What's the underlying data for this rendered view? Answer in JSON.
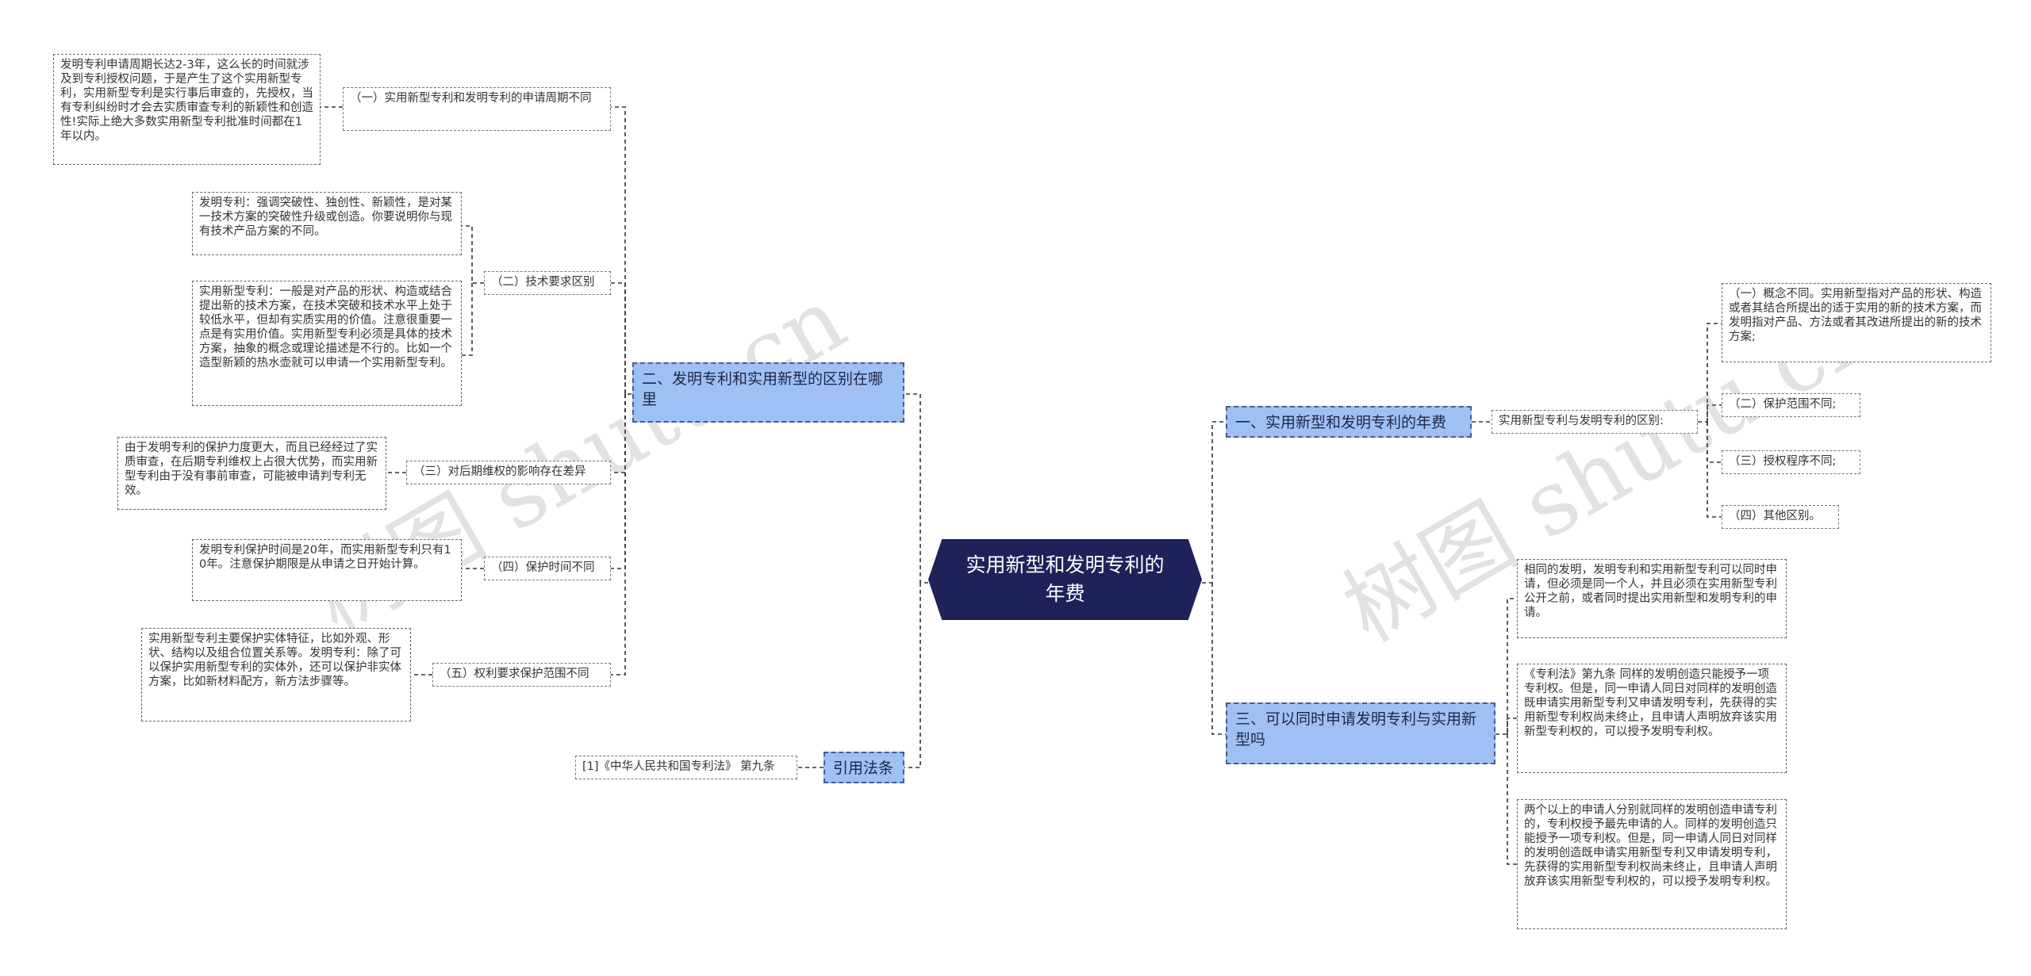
{
  "watermark": "树图 shutu.cn",
  "root": "实用新型和发明专利的年费",
  "left": {
    "b2": {
      "label": "二、发明专利和实用新型的区别在哪里",
      "s1": {
        "label": "（一）实用新型专利和发明专利的申请周期不同",
        "leaf": "发明专利申请周期长达2-3年，这么长的时间就涉及到专利授权问题，于是产生了这个实用新型专利，实用新型专利是实行事后审查的，先授权，当有专利纠纷时才会去实质审查专利的新颖性和创造性!实际上绝大多数实用新型专利批准时间都在1年以内。"
      },
      "s2": {
        "label": "（二）技术要求区别",
        "leaf1": "发明专利：强调突破性、独创性、新颖性，是对某一技术方案的突破性升级或创造。你要说明你与现有技术产品方案的不同。",
        "leaf2": "实用新型专利：一般是对产品的形状、构造或结合提出新的技术方案，在技术突破和技术水平上处于较低水平，但却有实质实用的价值。注意很重要一点是有实用价值。实用新型专利必须是具体的技术方案，抽象的概念或理论描述是不行的。比如一个造型新颖的热水壶就可以申请一个实用新型专利。"
      },
      "s3": {
        "label": "（三）对后期维权的影响存在差异",
        "leaf": "由于发明专利的保护力度更大，而且已经经过了实质审查，在后期专利维权上占很大优势，而实用新型专利由于没有事前审查，可能被申请判专利无效。"
      },
      "s4": {
        "label": "（四）保护时间不同",
        "leaf": "发明专利保护时间是20年，而实用新型专利只有10年。注意保护期限是从申请之日开始计算。"
      },
      "s5": {
        "label": "（五）权利要求保护范围不同",
        "leaf": "实用新型专利主要保护实体特征，比如外观、形状、结构以及组合位置关系等。发明专利：除了可以保护实用新型专利的实体外，还可以保护非实体方案，比如新材料配方，新方法步骤等。"
      }
    },
    "law": {
      "label": "引用法条",
      "leaf": "[1]《中华人民共和国专利法》 第九条"
    }
  },
  "right": {
    "b1": {
      "label": "一、实用新型和发明专利的年费",
      "mid": "实用新型专利与发明专利的区别:",
      "items": [
        "（一）概念不同。实用新型指对产品的形状、构造或者其结合所提出的适于实用的新的技术方案，而发明指对产品、方法或者其改进所提出的新的技术方案;",
        "（二）保护范围不同;",
        "（三）授权程序不同;",
        "（四）其他区别。"
      ]
    },
    "b3": {
      "label": "三、可以同时申请发明专利与实用新型吗",
      "items": [
        "相同的发明，发明专利和实用新型专利可以同时申请，但必须是同一个人，并且必须在实用新型专利公开之前，或者同时提出实用新型和发明专利的申请。",
        "《专利法》第九条 同样的发明创造只能授予一项专利权。但是，同一申请人同日对同样的发明创造既申请实用新型专利又申请发明专利，先获得的实用新型专利权尚未终止，且申请人声明放弃该实用新型专利权的，可以授予发明专利权。",
        "两个以上的申请人分别就同样的发明创造申请专利的，专利权授予最先申请的人。同样的发明创造只能授予一项专利权。但是，同一申请人同日对同样的发明创造既申请实用新型专利又申请发明专利，先获得的实用新型专利权尚未终止，且申请人声明放弃该实用新型专利权的，可以授予发明专利权。"
      ]
    }
  }
}
